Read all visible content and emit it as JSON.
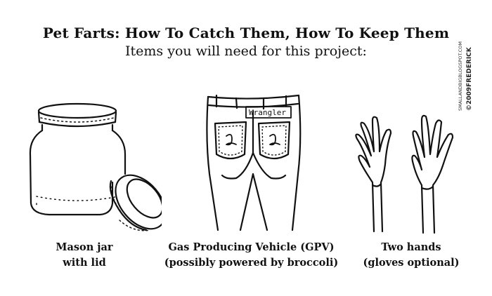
{
  "comic": {
    "title": "Pet Farts: How To Catch Them, How To Keep Them",
    "subtitle": "Items you will need for this project:",
    "credit_url": "SMALLANDBIGBLOGSPOT.COM",
    "credit_name": "©2009FREDERICK"
  },
  "items": [
    {
      "icon": "mason-jar-drawing",
      "caption_line1": "Mason jar",
      "caption_line2": "with lid"
    },
    {
      "icon": "jeans-drawing",
      "label_on_pocket": "Wrangler",
      "caption_line1": "Gas Producing Vehicle (GPV)",
      "caption_line2": "(possibly powered by broccoli)"
    },
    {
      "icon": "two-hands-drawing",
      "caption_line1": "Two hands",
      "caption_line2": "(gloves optional)"
    }
  ],
  "colors": {
    "ink": "#111111",
    "background": "#ffffff"
  }
}
